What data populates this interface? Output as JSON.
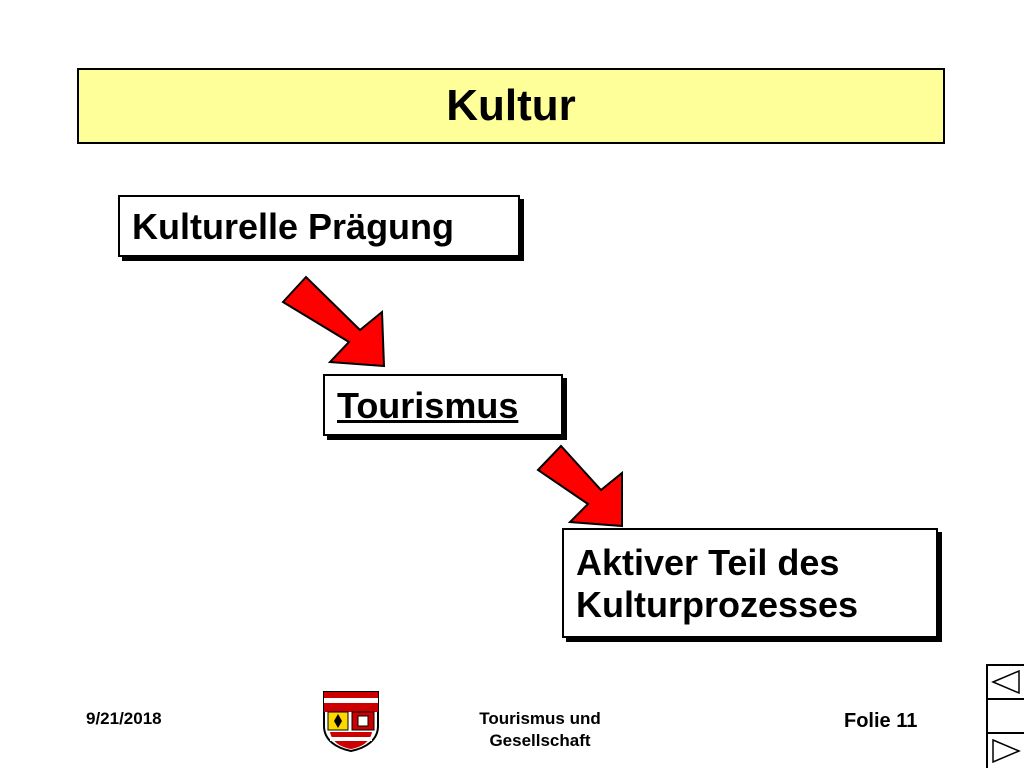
{
  "slide": {
    "title": "Kultur",
    "box1": "Kulturelle Prägung",
    "box2": "Tourismus",
    "box3_line1": "Aktiver Teil des",
    "box3_line2": "Kulturprozesses"
  },
  "footer": {
    "date": "9/21/2018",
    "center_line1": "Tourismus und",
    "center_line2": "Gesellschaft",
    "folie": "Folie 11"
  },
  "colors": {
    "title_bg": "#ffff99",
    "arrow": "#ff0000"
  },
  "icons": {
    "crest": "university-crest-icon",
    "nav_prev": "triangle-left-icon",
    "nav_next": "triangle-right-icon"
  }
}
